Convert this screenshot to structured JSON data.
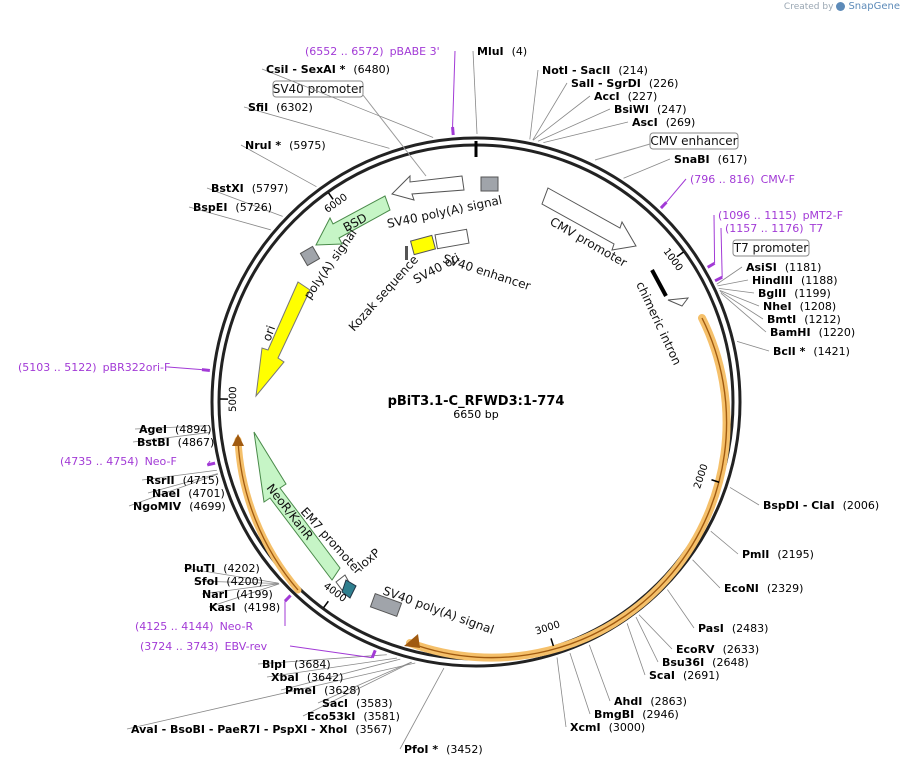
{
  "credit": {
    "created_by": "Created by",
    "brand": "SnapGene"
  },
  "map": {
    "name": "pBiT3.1-C_RFWD3:1-774",
    "length_label": "6650 bp",
    "length": 6650
  },
  "ticks": [
    "1000",
    "2000",
    "3000",
    "4000",
    "5000",
    "6000"
  ],
  "sites": [
    {
      "text": "MluI",
      "pos": "(4)",
      "bp": 4
    },
    {
      "text": "NotI - SacII",
      "pos": "(214)",
      "bp": 214
    },
    {
      "text": "SalI - SgrDI",
      "pos": "(226)",
      "bp": 226
    },
    {
      "text": "AccI",
      "pos": "(227)",
      "bp": 227
    },
    {
      "text": "BsiWI",
      "pos": "(247)",
      "bp": 247
    },
    {
      "text": "AscI",
      "pos": "(269)",
      "bp": 269
    },
    {
      "text": "SnaBI",
      "pos": "(617)",
      "bp": 617
    },
    {
      "text": "AsiSI",
      "pos": "(1181)",
      "bp": 1181
    },
    {
      "text": "HindIII",
      "pos": "(1188)",
      "bp": 1188
    },
    {
      "text": "BglII",
      "pos": "(1199)",
      "bp": 1199
    },
    {
      "text": "NheI",
      "pos": "(1208)",
      "bp": 1208
    },
    {
      "text": "BmtI",
      "pos": "(1212)",
      "bp": 1212
    },
    {
      "text": "BamHI",
      "pos": "(1220)",
      "bp": 1220
    },
    {
      "text": "BclI *",
      "pos": "(1421)",
      "bp": 1421
    },
    {
      "text": "BspDI - ClaI",
      "pos": "(2006)",
      "bp": 2006
    },
    {
      "text": "PmlI",
      "pos": "(2195)",
      "bp": 2195
    },
    {
      "text": "EcoNI",
      "pos": "(2329)",
      "bp": 2329
    },
    {
      "text": "PasI",
      "pos": "(2483)",
      "bp": 2483
    },
    {
      "text": "EcoRV",
      "pos": "(2633)",
      "bp": 2633
    },
    {
      "text": "Bsu36I",
      "pos": "(2648)",
      "bp": 2648
    },
    {
      "text": "ScaI",
      "pos": "(2691)",
      "bp": 2691
    },
    {
      "text": "AhdI",
      "pos": "(2863)",
      "bp": 2863
    },
    {
      "text": "BmgBI",
      "pos": "(2946)",
      "bp": 2946
    },
    {
      "text": "XcmI",
      "pos": "(3000)",
      "bp": 3000
    },
    {
      "text": "PfoI *",
      "pos": "(3452)",
      "bp": 3452
    },
    {
      "text": "AvaI - BsoBI - PaeR7I - PspXI - XhoI",
      "pos": "(3567)",
      "bp": 3567
    },
    {
      "text": "Eco53kI",
      "pos": "(3581)",
      "bp": 3581
    },
    {
      "text": "SacI",
      "pos": "(3583)",
      "bp": 3583
    },
    {
      "text": "PmeI",
      "pos": "(3628)",
      "bp": 3628
    },
    {
      "text": "XbaI",
      "pos": "(3642)",
      "bp": 3642
    },
    {
      "text": "BlpI",
      "pos": "(3684)",
      "bp": 3684
    },
    {
      "text": "KasI",
      "pos": "(4198)",
      "bp": 4198
    },
    {
      "text": "NarI",
      "pos": "(4199)",
      "bp": 4199
    },
    {
      "text": "SfoI",
      "pos": "(4200)",
      "bp": 4200
    },
    {
      "text": "PluTI",
      "pos": "(4202)",
      "bp": 4202
    },
    {
      "text": "NgoMIV",
      "pos": "(4699)",
      "bp": 4699
    },
    {
      "text": "NaeI",
      "pos": "(4701)",
      "bp": 4701
    },
    {
      "text": "RsrII",
      "pos": "(4715)",
      "bp": 4715
    },
    {
      "text": "BstBI",
      "pos": "(4867)",
      "bp": 4867
    },
    {
      "text": "AgeI",
      "pos": "(4894)",
      "bp": 4894
    },
    {
      "text": "BspEI",
      "pos": "(5726)",
      "bp": 5726
    },
    {
      "text": "BstXI",
      "pos": "(5797)",
      "bp": 5797
    },
    {
      "text": "NruI *",
      "pos": "(5975)",
      "bp": 5975
    },
    {
      "text": "SfiI",
      "pos": "(6302)",
      "bp": 6302
    },
    {
      "text": "CsiI - SexAI *",
      "pos": "(6480)",
      "bp": 6480
    }
  ],
  "primers": [
    {
      "name": "pBABE 3'",
      "range": "(6552 .. 6572)",
      "bp": 6560
    },
    {
      "name": "CMV-F",
      "range": "(796 .. 816)",
      "bp": 806
    },
    {
      "name": "pMT2-F",
      "range": "(1096 .. 1115)",
      "bp": 1105
    },
    {
      "name": "T7",
      "range": "(1157 .. 1176)",
      "bp": 1166
    },
    {
      "name": "pBR322ori-F",
      "range": "(5103 .. 5122)",
      "bp": 5112
    },
    {
      "name": "Neo-F",
      "range": "(4735 .. 4754)",
      "bp": 4744
    },
    {
      "name": "Neo-R",
      "range": "(4125 .. 4144)",
      "bp": 4134
    },
    {
      "name": "EBV-rev",
      "range": "(3724 .. 3743)",
      "bp": 3733
    }
  ],
  "boxed_labels": [
    "SV40 promoter",
    "CMV enhancer",
    "T7 promoter"
  ],
  "features": [
    {
      "label": "CMV promoter"
    },
    {
      "label": "chimeric intron"
    },
    {
      "label": "SV40 poly(A) signal"
    },
    {
      "label": "loxP"
    },
    {
      "label": "EM7 promoter"
    },
    {
      "label": "NeoR/KanR"
    },
    {
      "label": "ori"
    },
    {
      "label": "poly(A) signal"
    },
    {
      "label": "BSD"
    },
    {
      "label": "SV40 poly(A) signal"
    },
    {
      "label": "Kozak sequence"
    },
    {
      "label": "SV40 ori"
    },
    {
      "label": "SV40 enhancer"
    }
  ],
  "colors": {
    "primer": "#a23ad6",
    "highlight": "#f5c06a",
    "ori": "#ffff00",
    "green_feature": "#c6f5c6",
    "teal_feature": "#2f7f8f",
    "grey_box": "#a0a4aa"
  }
}
